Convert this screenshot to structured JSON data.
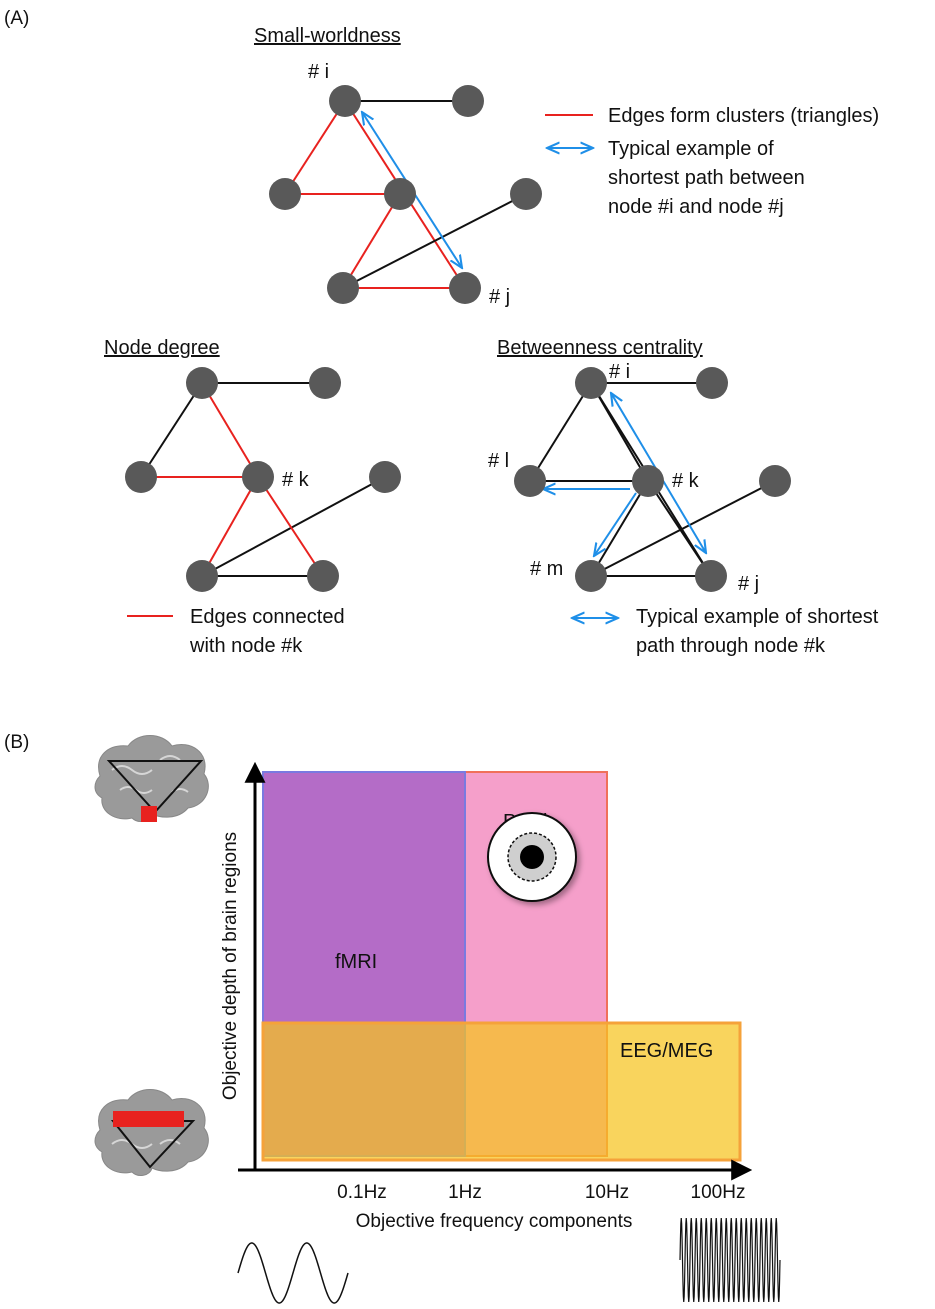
{
  "panel_a": {
    "panel_label": "(A)",
    "small_world": {
      "title": "Small-worldness",
      "node_i": "# i",
      "node_j": "# j",
      "legend_red": "Edges form clusters (triangles)",
      "legend_blue_1": "Typical example of",
      "legend_blue_2": "shortest path between",
      "legend_blue_3": "node #i and node #j"
    },
    "node_degree": {
      "title": "Node degree",
      "node_k": "# k",
      "legend_red_1": "Edges connected",
      "legend_red_2": "with node #k"
    },
    "betweenness": {
      "title": "Betweenness centrality",
      "node_i": "# i",
      "node_l": "# l",
      "node_k": "# k",
      "node_m": "# m",
      "node_j": "# j",
      "legend_blue_1": "Typical example of shortest",
      "legend_blue_2": "path through node #k"
    }
  },
  "panel_b": {
    "panel_label": "(B)",
    "y_axis_label": "Objective depth of brain regions",
    "x_axis_label": "Objective frequency components",
    "x_ticks": [
      "0.1Hz",
      "1Hz",
      "10Hz",
      "100Hz"
    ],
    "regions": {
      "fmri": "fMRI",
      "pupil": "Pupil",
      "eeg_meg": "EEG/MEG"
    }
  },
  "colors": {
    "node": "#595959",
    "red_edge": "#e8221f",
    "blue_arrow": "#1f8fe8",
    "fmri": "#9b59c6",
    "pupil": "#f27fb8",
    "eeg": "#f7c31f",
    "brain": "#9a9a9a",
    "brain_marker": "#e8221f"
  }
}
